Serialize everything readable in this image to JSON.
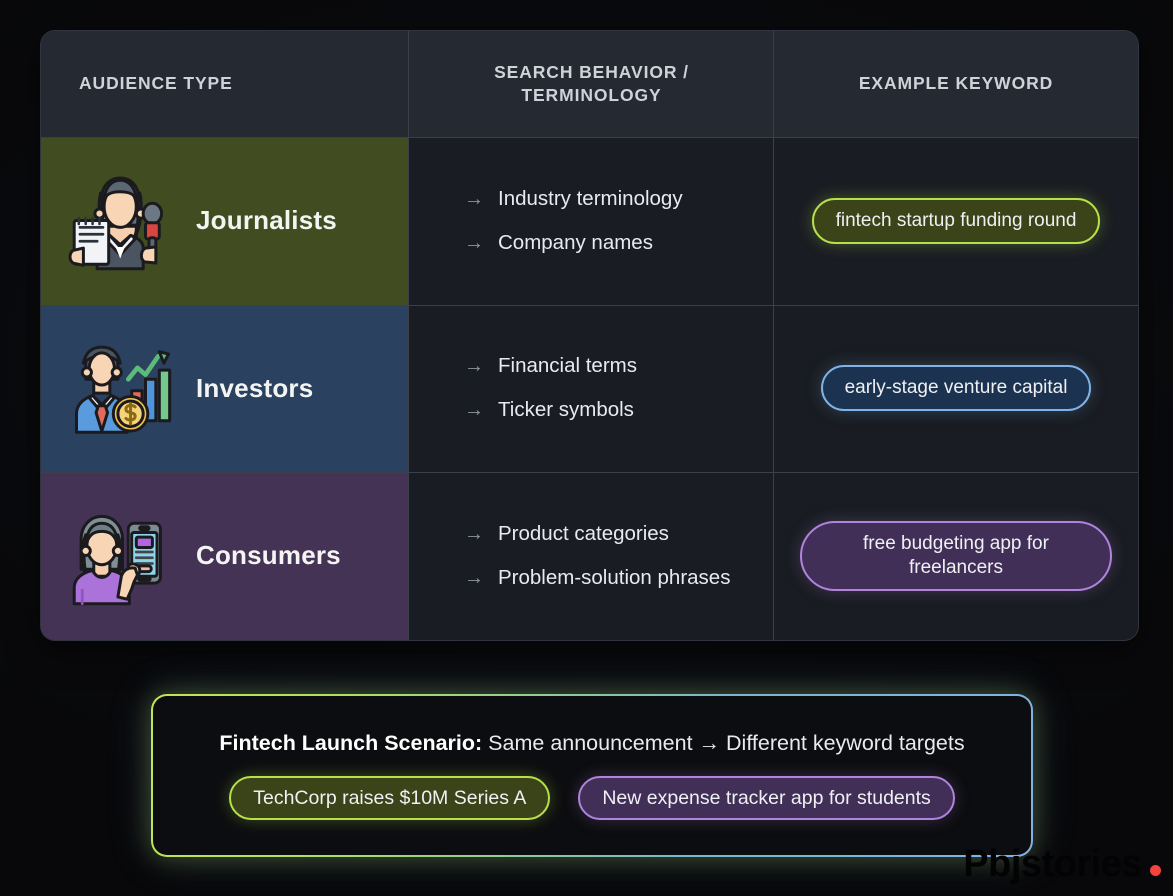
{
  "colors": {
    "page_bg": "#090a0c",
    "table_bg": "#191c22",
    "header_bg": "#252932",
    "border": "#3a3f4a",
    "green": "#b7e04a",
    "blue": "#7fb3e8",
    "purple": "#b083dd",
    "row_journalists": "#414d20",
    "row_investors": "#2a4160",
    "row_consumers": "#453356",
    "watermark_dot": "#f2443c"
  },
  "table": {
    "headers": [
      {
        "label": "AUDIENCE TYPE"
      },
      {
        "label": "SEARCH BEHAVIOR / TERMINOLOGY",
        "line1": "SEARCH BEHAVIOR /",
        "line2": "TERMINOLOGY"
      },
      {
        "label": "EXAMPLE KEYWORD"
      }
    ],
    "rows": [
      {
        "audience": "Journalists",
        "icon": "journalist-reporter-icon",
        "row_color": "#414d20",
        "behaviors": [
          {
            "arrow": "→",
            "text": "Industry terminology"
          },
          {
            "arrow": "→",
            "text": "Company names"
          }
        ],
        "keyword": "fintech startup funding round",
        "keyword_style": "green"
      },
      {
        "audience": "Investors",
        "icon": "investor-businessman-chart-icon",
        "row_color": "#2a4160",
        "behaviors": [
          {
            "arrow": "→",
            "text": "Financial terms"
          },
          {
            "arrow": "→",
            "text": "Ticker symbols"
          }
        ],
        "keyword": "early-stage venture capital",
        "keyword_style": "blue"
      },
      {
        "audience": "Consumers",
        "icon": "consumer-woman-smartphone-icon",
        "row_color": "#453356",
        "behaviors": [
          {
            "arrow": "→",
            "text": "Product categories"
          },
          {
            "arrow": "→",
            "text": "Problem-solution phrases"
          }
        ],
        "keyword": "free budgeting app for freelancers",
        "keyword_style": "purple"
      }
    ]
  },
  "callout": {
    "title": "Fintech Launch Scenario:",
    "body": " Same announcement → Different keyword targets",
    "pills": [
      {
        "text": "TechCorp raises $10M Series A",
        "style": "green"
      },
      {
        "text": "New expense tracker app for students",
        "style": "purple"
      }
    ]
  },
  "watermark": {
    "text": "Pbjstories",
    "dot": "●"
  }
}
